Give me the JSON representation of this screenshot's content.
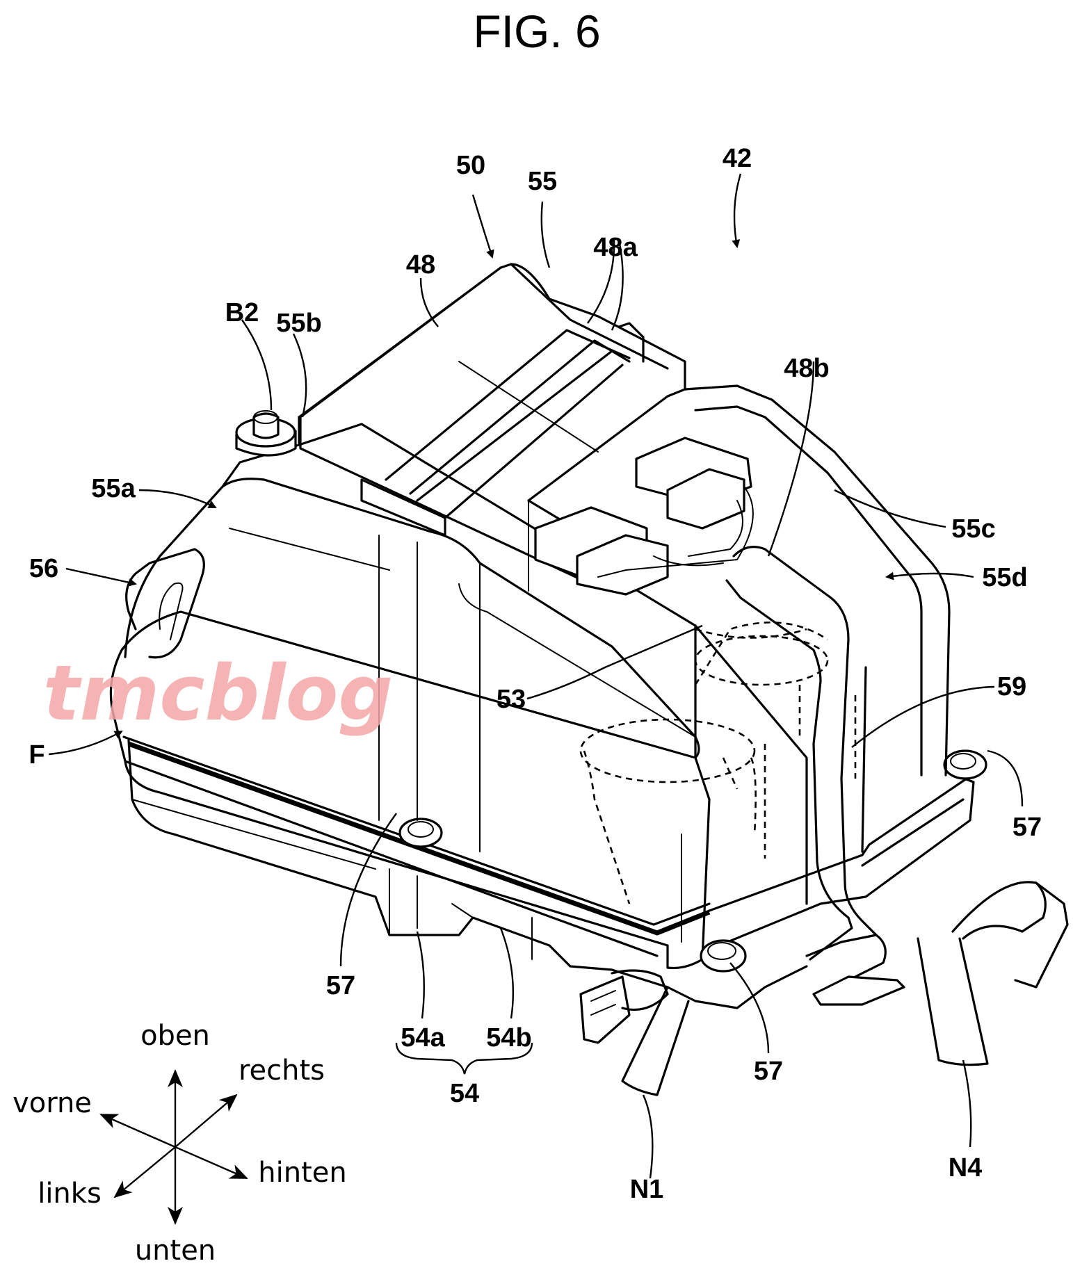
{
  "figure": {
    "title": "FIG. 6"
  },
  "watermark": "tmcblog",
  "references": {
    "r42": "42",
    "r50": "50",
    "r55": "55",
    "r48": "48",
    "r48a": "48a",
    "r48b": "48b",
    "rB2": "B2",
    "r55b": "55b",
    "r55a": "55a",
    "r56": "56",
    "rF": "F",
    "r55c": "55c",
    "r55d": "55d",
    "r53": "53",
    "r59": "59",
    "r57_right": "57",
    "r57_left": "57",
    "r57_bottom": "57",
    "r54a": "54a",
    "r54b": "54b",
    "r54": "54",
    "rN1": "N1",
    "rN4": "N4"
  },
  "directions": {
    "up": "oben",
    "right": "rechts",
    "front": "vorne",
    "rear": "hinten",
    "left": "links",
    "down": "unten"
  }
}
